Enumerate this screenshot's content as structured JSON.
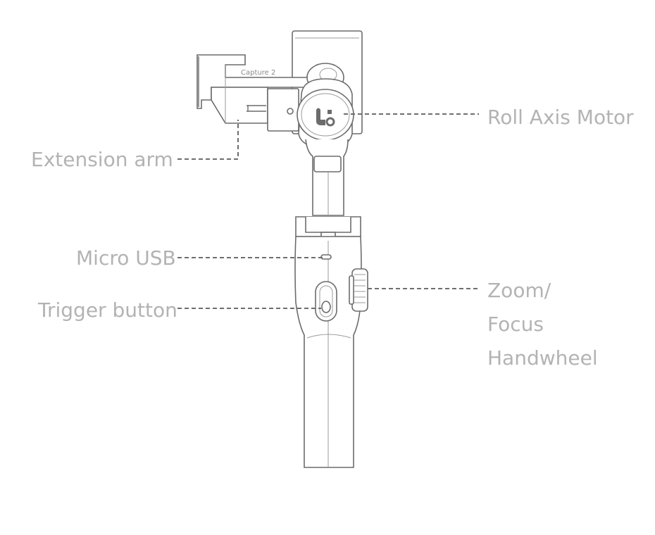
{
  "device": {
    "model_label": "Capture 2"
  },
  "labels": {
    "extension_arm": "Extension arm",
    "roll_axis_motor": "Roll Axis Motor",
    "micro_usb": "Micro USB",
    "trigger_button": "Trigger button",
    "zoom_focus_line1": "Zoom/",
    "zoom_focus_line2": "Focus",
    "zoom_focus_line3": "Handwheel"
  },
  "colors": {
    "label_text": "#b3b3b3",
    "outline": "#6c6c6c",
    "background": "#ffffff"
  }
}
